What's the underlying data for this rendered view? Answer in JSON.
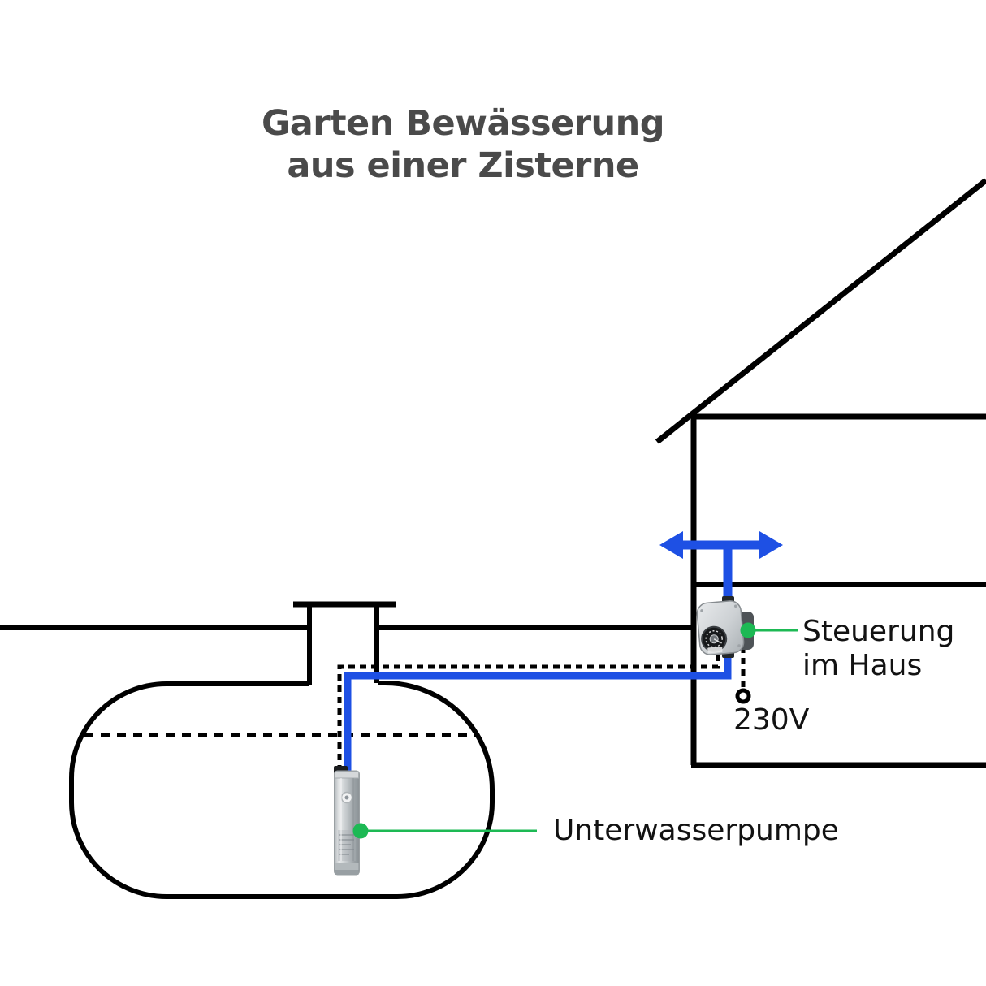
{
  "title": {
    "line1": "Garten Bewässerung",
    "line2": "aus einer Zisterne"
  },
  "callouts": {
    "controller": {
      "label_line1": "Steuerung",
      "label_line2": "im Haus"
    },
    "power": {
      "label": "230V"
    },
    "pump": {
      "label": "Unterwasserpumpe"
    }
  },
  "colors": {
    "pipe_blue": "#1e50e4",
    "callout_green": "#1db954",
    "title_gray": "#4a4a4a",
    "line_black": "#000000"
  }
}
